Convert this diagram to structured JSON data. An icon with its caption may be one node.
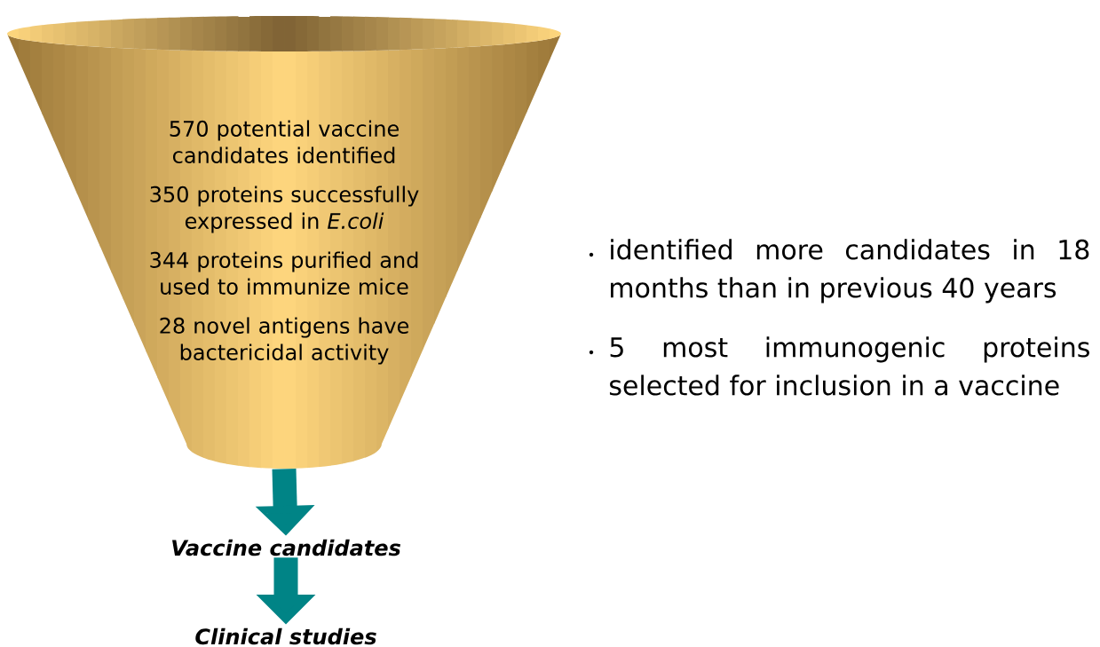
{
  "diagram": {
    "nodes": [
      {
        "text": [
          "570 potential vaccine candidates identified",
          "350 proteins successfully expressed in *E.coli*",
          "344 proteins purified and used to immunize mice",
          "28 novel antigens have bactericidal activity"
        ]
      },
      {
        "text": [
          "Vaccine candidates"
        ]
      },
      {
        "text": [
          "Clinical studies"
        ]
      }
    ],
    "edges": [
      {
        "from": 0,
        "to": 1,
        "arrow": "to"
      },
      {
        "from": 1,
        "to": 2,
        "arrow": "to"
      }
    ],
    "labels": [
      "identified more candidates in 18 months than in previous 40 years",
      "5 most immunogenic proteins selected for inclusion in a vaccine"
    ]
  }
}
